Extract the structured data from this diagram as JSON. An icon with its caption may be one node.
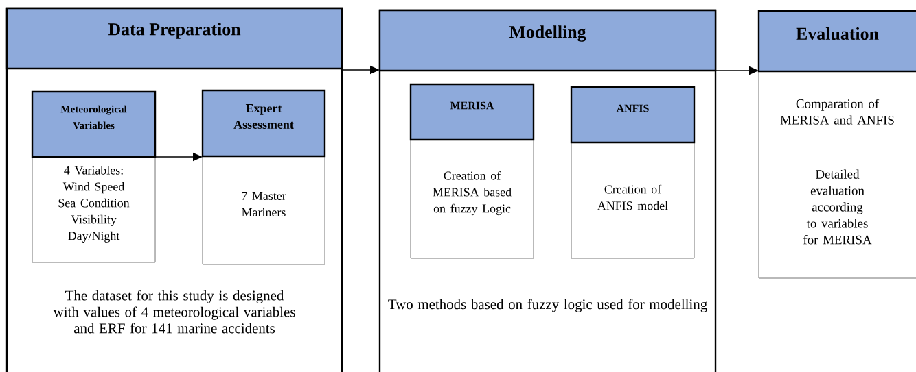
{
  "diagram": {
    "nodes": [
      {
        "text": [
          "Data Preparation",
          "The dataset for this study is designed with values of 4 meteorological variables and ERF for 141 marine accidents"
        ]
      },
      {
        "text": [
          "Meteorological Variables",
          "4 Variables: Wind Speed Sea Condition Visibility Day/Night"
        ],
        "in": 0
      },
      {
        "text": [
          "Expert Assessment",
          "7 Master Mariners"
        ],
        "in": 0
      },
      {
        "text": [
          "Modelling",
          "Two methods based on fuzzy logic used for modelling"
        ]
      },
      {
        "text": [
          "MERISA",
          "Creation of MERISA based on fuzzy Logic"
        ],
        "in": 3
      },
      {
        "text": [
          "ANFIS",
          "Creation of ANFIS model"
        ],
        "in": 3
      },
      {
        "text": [
          "Evaluation",
          "Comparation of MERISA and ANFIS",
          "Detailed evaluation according to variables for MERISA"
        ]
      }
    ],
    "edges": [
      {
        "from": 0,
        "to": 3,
        "arrow": "to"
      },
      {
        "from": 1,
        "to": 2,
        "arrow": "to"
      },
      {
        "from": 3,
        "to": 6,
        "arrow": "to"
      }
    ]
  }
}
